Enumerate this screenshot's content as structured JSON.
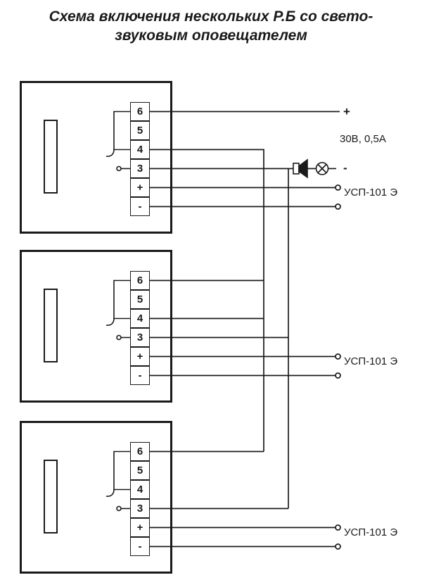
{
  "title": {
    "line1": "Схема включения нескольких Р.Б со свето-",
    "line2": "звуковым оповещателем"
  },
  "terminals": [
    "6",
    "5",
    "4",
    "3",
    "+",
    "-"
  ],
  "right_labels": {
    "plus": "+",
    "supply": "30В, 0,5А",
    "minus": "-",
    "usp": "УСП-101 Э"
  },
  "icons": {
    "lamp": "lamp-indicator-circle-cross",
    "sounder": "loudspeaker"
  },
  "colors": {
    "ink": "#1a1a1a",
    "background": "#ffffff"
  }
}
